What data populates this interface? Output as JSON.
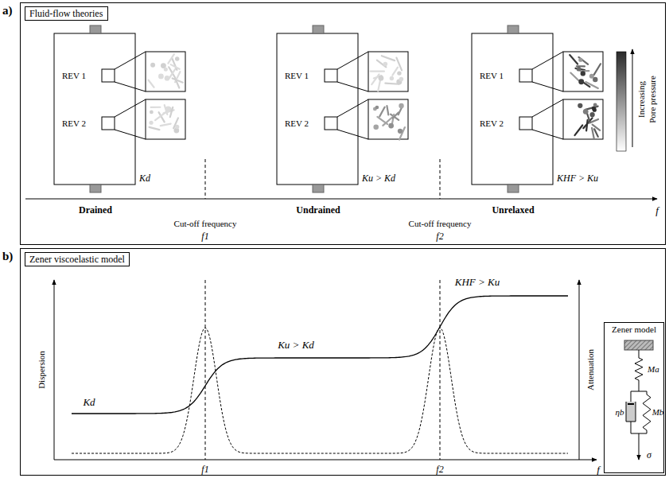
{
  "diagram": {
    "nodes": [
      {
        "text": [
          "a)"
        ]
      },
      {
        "text": [
          "Fluid-flow theories"
        ],
        "in": 0
      },
      {
        "text": [
          "b)"
        ]
      },
      {
        "text": [
          "Zener viscoelastic model"
        ],
        "in": 2
      },
      {
        "text": [
          "Zener model"
        ],
        "in": 2
      }
    ],
    "labels": [
      "REV 1",
      "REV 2",
      "REV 1",
      "REV 2",
      "REV 1",
      "REV 2",
      "Kd",
      "Ku > Kd",
      "KHF > Ku",
      "Drained",
      "Undrained",
      "Unrelaxed",
      "Cut-off frequency",
      "f1",
      "Cut-off frequency",
      "f2",
      "f",
      "Increasing",
      "Pore pressure",
      "Dispersion",
      "Attenuation",
      "Kd",
      "Ku > Kd",
      "KHF > Ku",
      "f1",
      "f2",
      "f",
      "Ma",
      "ηb",
      "Mb",
      "σ"
    ]
  }
}
